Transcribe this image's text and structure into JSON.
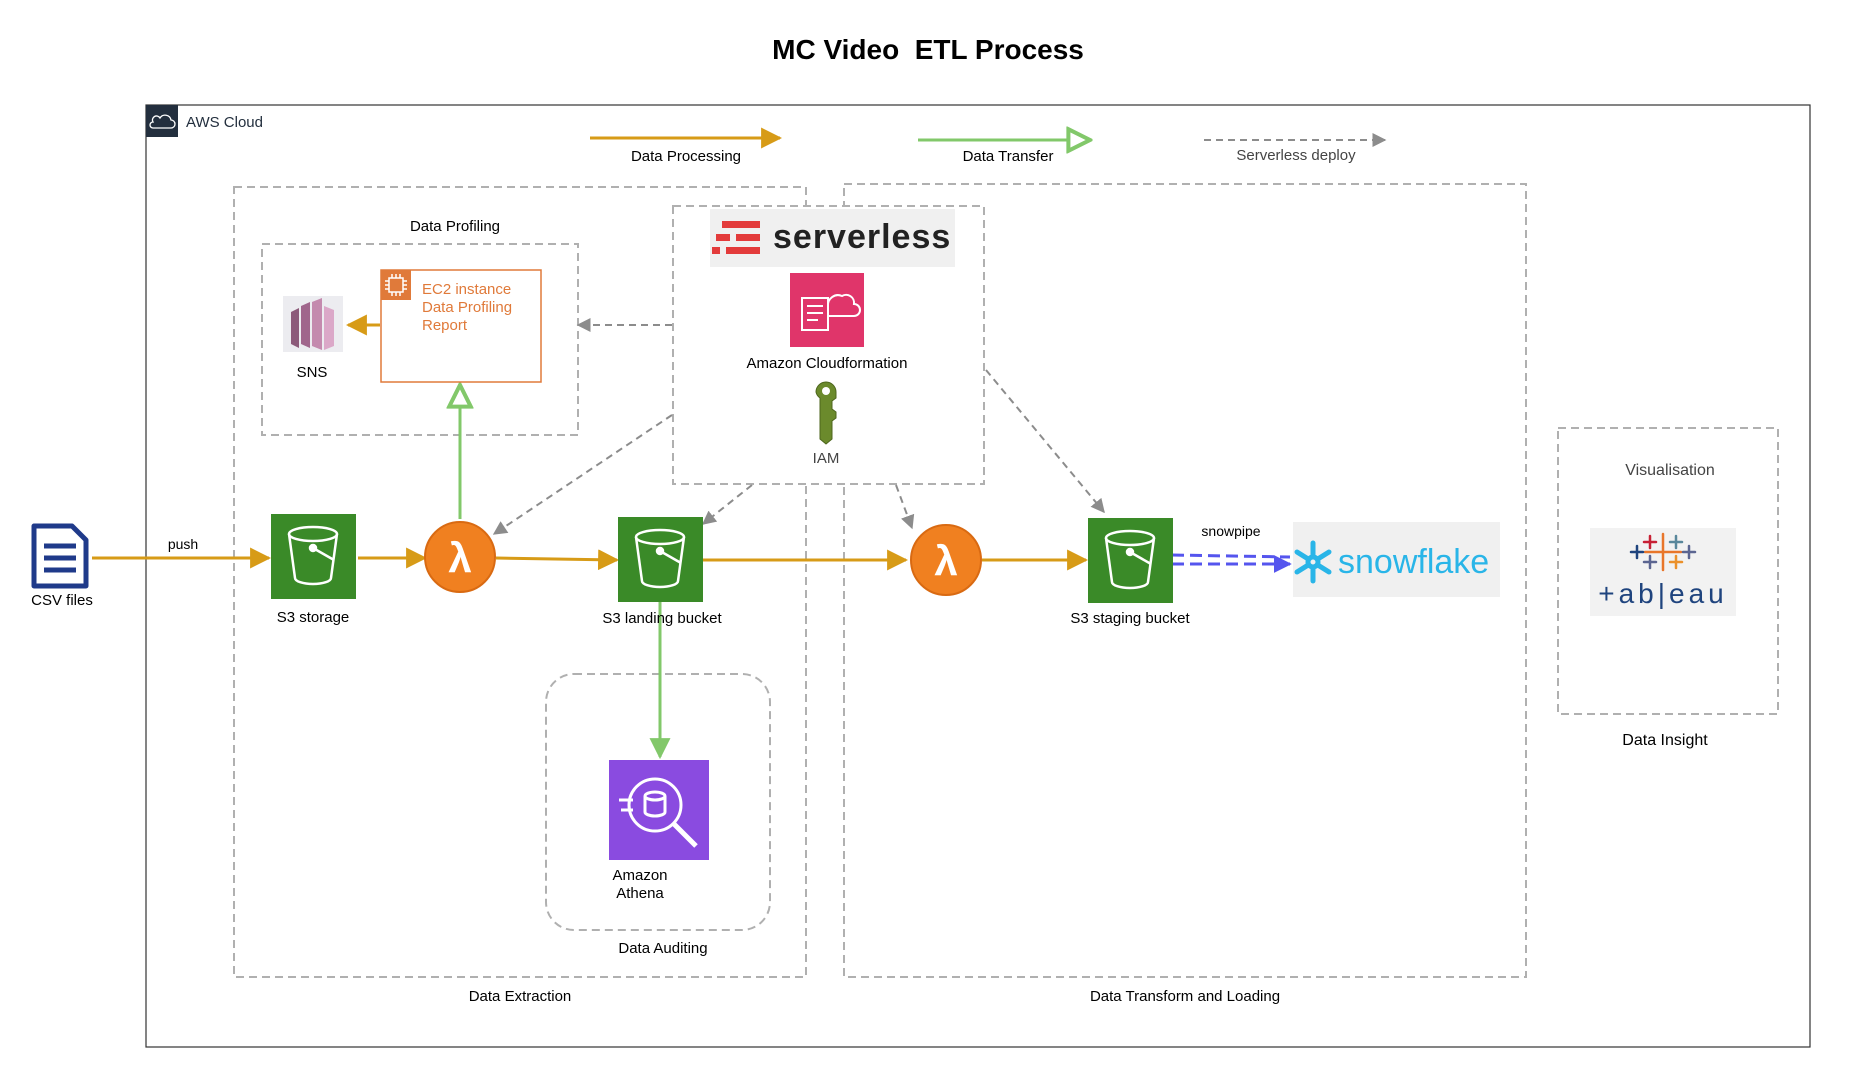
{
  "title": "MC Video  ETL Process",
  "aws_cloud_label": "AWS Cloud",
  "legend": {
    "processing": "Data Processing",
    "transfer": "Data Transfer",
    "deploy": "Serverless deploy"
  },
  "groups": {
    "profiling": "Data Profiling",
    "extraction": "Data Extraction",
    "transform": "Data Transform and Loading",
    "auditing": "Data Auditing",
    "visualisation": "Visualisation",
    "insight": "Data Insight"
  },
  "nodes": {
    "csv": "CSV files",
    "push": "push",
    "s3_storage": "S3 storage",
    "s3_landing": "S3 landing bucket",
    "s3_staging": "S3 staging bucket",
    "sns": "SNS",
    "ec2_line1": "EC2 instance",
    "ec2_line2": "Data Profiling",
    "ec2_line3": "Report",
    "cloudformation": "Amazon Cloudformation",
    "iam": "IAM",
    "athena_line1": "Amazon",
    "athena_line2": "Athena",
    "snowpipe": "snowpipe",
    "serverless_logo": "serverless",
    "snowflake_logo": "snowflake",
    "tableau_logo": "+ab|eau"
  },
  "colors": {
    "processing": "#d79b17",
    "transfer": "#82c86a",
    "deploy": "#8c8c8c",
    "snowpipe": "#5555ee",
    "s3_green": "#3a8a28",
    "lambda_orange": "#f08020",
    "ec2_orange": "#e07a3a",
    "cloudformation_pink": "#e0356a",
    "athena_purple": "#8a4be0",
    "serverless_red": "#e33b3b",
    "snowflake_blue": "#29b5e8"
  }
}
